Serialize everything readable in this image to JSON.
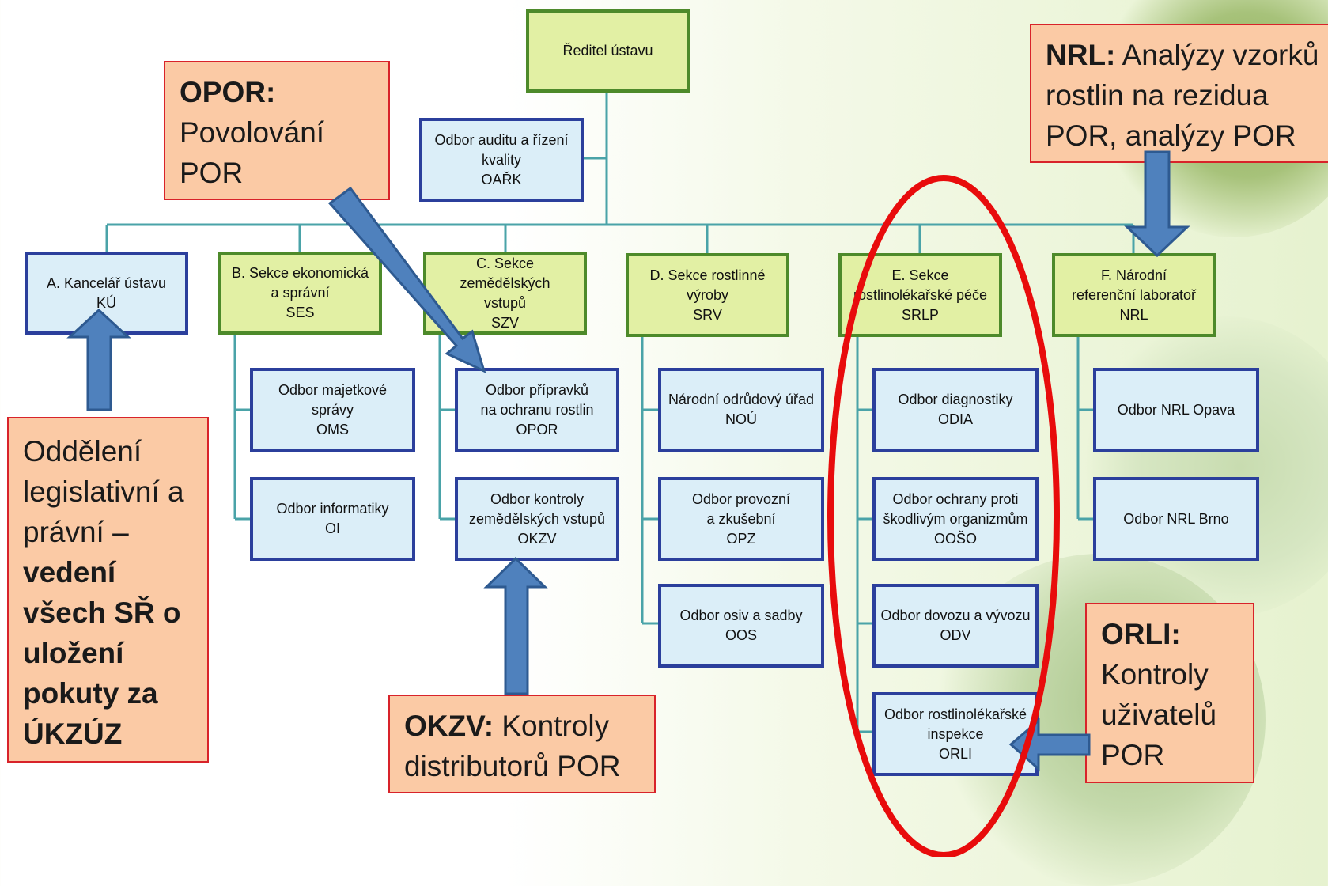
{
  "director": "Ředitel ústavu",
  "audit": "Odbor auditu a řízení\nkvality\nOAŘK",
  "sections": [
    {
      "label": "A. Kancelář ústavu\nKÚ"
    },
    {
      "label": "B. Sekce ekonomická\na správní\nSES"
    },
    {
      "label": "C. Sekce zemědělských\nvstupů\nSZV"
    },
    {
      "label": "D. Sekce rostlinné\nvýroby\nSRV"
    },
    {
      "label": "E. Sekce\nrostlinolékařské péče\nSRLP"
    },
    {
      "label": "F. Národní\nreferenční laboratoř\nNRL"
    }
  ],
  "departments": {
    "B": [
      "Odbor majetkové\nsprávy\nOMS",
      "Odbor informatiky\nOI"
    ],
    "C": [
      "Odbor přípravků\nna ochranu rostlin\nOPOR",
      "Odbor kontroly\nzemědělských vstupů\nOKZV"
    ],
    "D": [
      "Národní odrůdový úřad\nNOÚ",
      "Odbor provozní\na zkušební\nOPZ",
      "Odbor osiv a sadby\nOOS"
    ],
    "E": [
      "Odbor diagnostiky\nODIA",
      "Odbor ochrany proti\nškodlivým organizmům\nOOŠO",
      "Odbor dovozu a vývozu\nODV",
      "Odbor rostlinolékařské\ninspekce\nORLI"
    ],
    "F": [
      "Odbor NRL Opava",
      "Odbor NRL Brno"
    ]
  },
  "callouts": {
    "opor": {
      "bold": "OPOR:",
      "text": "Povolování\nPOR"
    },
    "nrl": {
      "bold": "NRL:",
      "text": " Analýzy vzorků\nrostlin na rezidua\nPOR, analýzy POR"
    },
    "legal": {
      "text": "Oddělení\nlegislativní a\nprávní –\n",
      "bold": "vedení\nvšech SŘ o\nuložení\npokuty za\nÚKZÚZ"
    },
    "okzv": {
      "bold": "OKZV:",
      "text": " Kontroly\ndistributorů POR"
    },
    "orli": {
      "bold": "ORLI:",
      "text": "\nKontroly\nuživatelů\nPOR"
    }
  },
  "colors": {
    "box_blue_fill": "#dbeef8",
    "box_blue_border": "#2b3f9c",
    "box_green_fill": "#e2f0a4",
    "box_green_border": "#4d8a2a",
    "connector": "#4aa3a8",
    "arrow_fill": "#4f81bd",
    "arrow_border": "#2e5a91",
    "callout_fill": "#fbcaa5",
    "callout_border": "#d8232a",
    "highlight_ellipse": "#e80c0c"
  }
}
